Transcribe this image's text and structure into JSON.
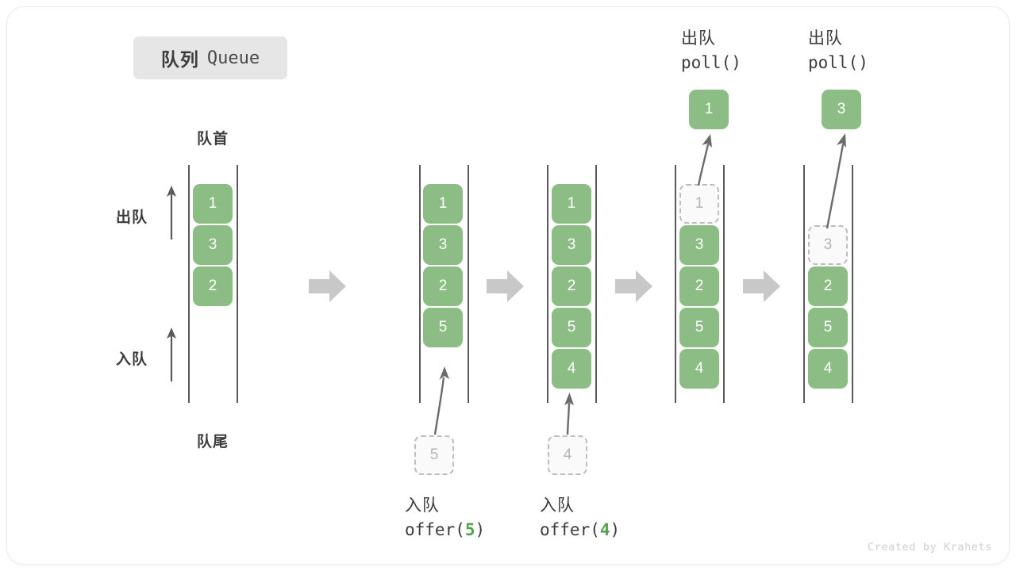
{
  "title": {
    "cn": "队列",
    "en": "Queue"
  },
  "labels": {
    "head": "队首",
    "tail": "队尾",
    "dequeue": "出队",
    "enqueue": "入队"
  },
  "operations": {
    "offer5": {
      "cn": "入队",
      "fn": "offer(",
      "arg": "5",
      "close": ")"
    },
    "offer4": {
      "cn": "入队",
      "fn": "offer(",
      "arg": "4",
      "close": ")"
    },
    "poll1": {
      "cn": "出队",
      "code": "poll()"
    },
    "poll2": {
      "cn": "出队",
      "code": "poll()"
    }
  },
  "ghost_inputs": {
    "five": "5",
    "four": "4"
  },
  "poll_results": {
    "first": "1",
    "second": "3"
  },
  "stages": [
    {
      "name": "initial",
      "items": [
        {
          "value": "1",
          "ghost": false
        },
        {
          "value": "3",
          "ghost": false
        },
        {
          "value": "2",
          "ghost": false
        }
      ]
    },
    {
      "name": "after-offer-5",
      "items": [
        {
          "value": "1",
          "ghost": false
        },
        {
          "value": "3",
          "ghost": false
        },
        {
          "value": "2",
          "ghost": false
        },
        {
          "value": "5",
          "ghost": false
        }
      ]
    },
    {
      "name": "after-offer-4",
      "items": [
        {
          "value": "1",
          "ghost": false
        },
        {
          "value": "3",
          "ghost": false
        },
        {
          "value": "2",
          "ghost": false
        },
        {
          "value": "5",
          "ghost": false
        },
        {
          "value": "4",
          "ghost": false
        }
      ]
    },
    {
      "name": "after-poll-1",
      "items": [
        {
          "value": "1",
          "ghost": true
        },
        {
          "value": "3",
          "ghost": false
        },
        {
          "value": "2",
          "ghost": false
        },
        {
          "value": "5",
          "ghost": false
        },
        {
          "value": "4",
          "ghost": false
        }
      ]
    },
    {
      "name": "after-poll-3",
      "items": [
        {
          "value": "",
          "ghost": null
        },
        {
          "value": "3",
          "ghost": true
        },
        {
          "value": "2",
          "ghost": false
        },
        {
          "value": "5",
          "ghost": false
        },
        {
          "value": "4",
          "ghost": false
        }
      ]
    }
  ],
  "colors": {
    "element": "#8cbd84",
    "ghost_border": "#bdbdbd",
    "rail": "#5a5a5a",
    "stage_arrow": "#c8c8c8",
    "accent_text": "#56a14e"
  },
  "credit": "Created by Krahets"
}
